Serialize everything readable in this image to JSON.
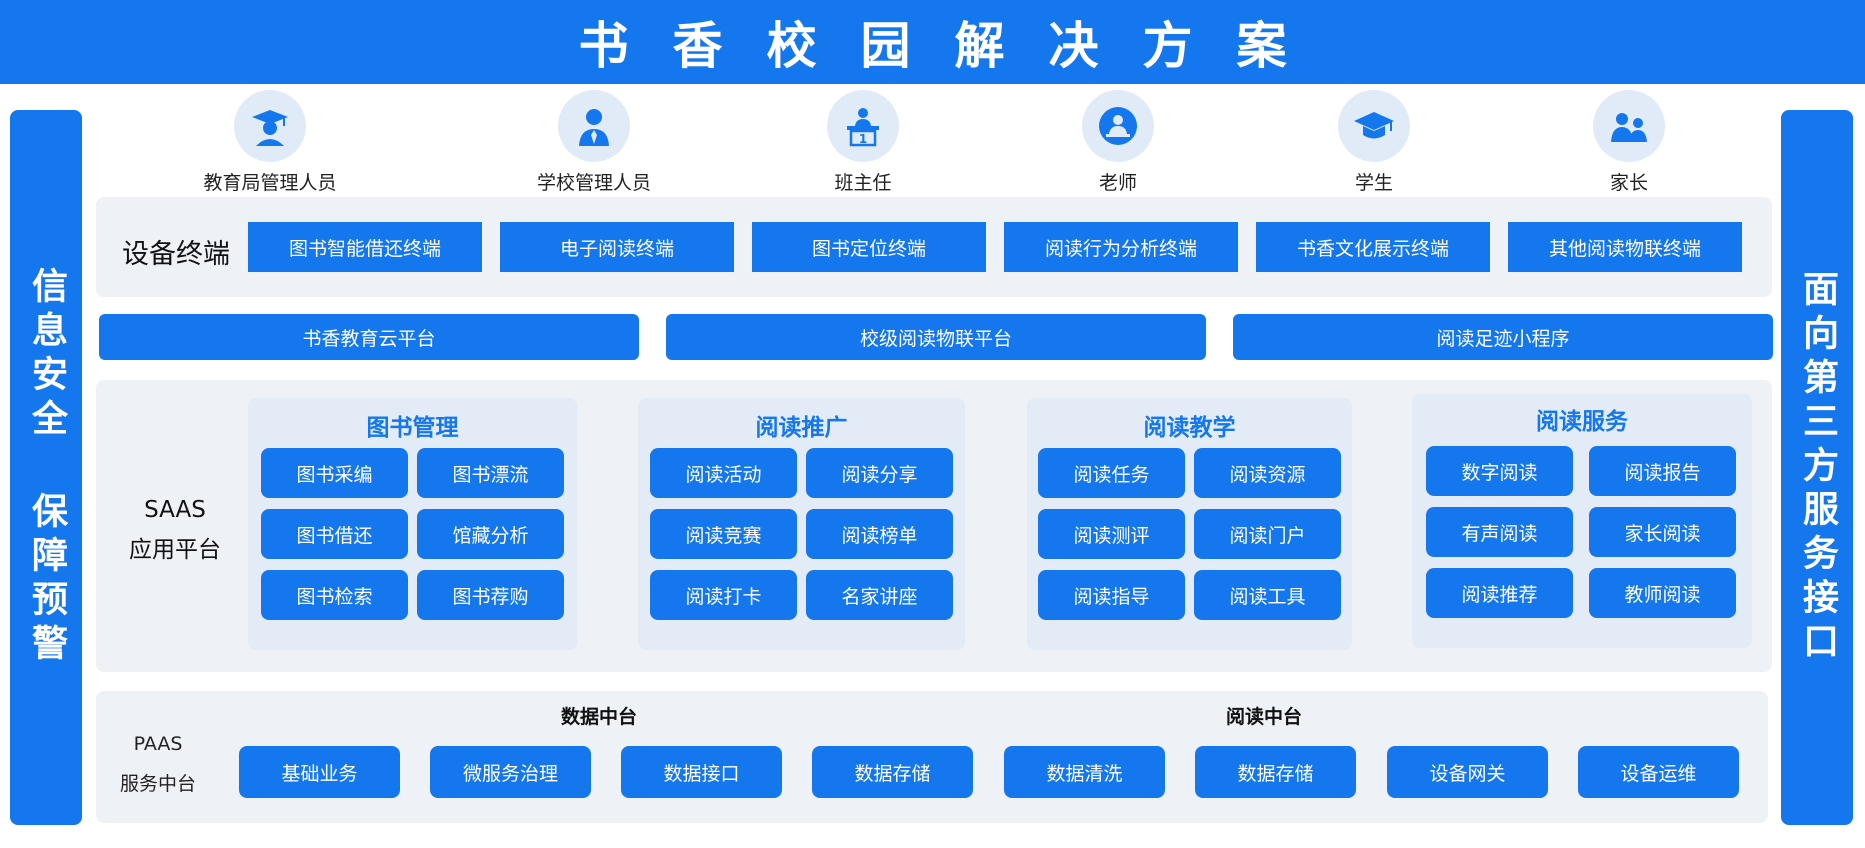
{
  "header": {
    "title": "书香校园解决方案"
  },
  "side_left": {
    "text": "信息安全 保障预警"
  },
  "side_right": {
    "text": "面向第三方服务接口"
  },
  "roles": [
    {
      "label": "教育局管理人员",
      "icon": "graduate-icon"
    },
    {
      "label": "学校管理人员",
      "icon": "person-tie-icon"
    },
    {
      "label": "班主任",
      "icon": "podium-icon"
    },
    {
      "label": "老师",
      "icon": "teacher-icon"
    },
    {
      "label": "学生",
      "icon": "mortarboard-icon"
    },
    {
      "label": "家长",
      "icon": "parent-child-icon"
    }
  ],
  "devices": {
    "title": "设备终端",
    "items": [
      "图书智能借还终端",
      "电子阅读终端",
      "图书定位终端",
      "阅读行为分析终端",
      "书香文化展示终端",
      "其他阅读物联终端"
    ]
  },
  "platforms": [
    "书香教育云平台",
    "校级阅读物联平台",
    "阅读足迹小程序"
  ],
  "saas": {
    "label_line1": "SAAS",
    "label_line2": "应用平台",
    "groups": [
      {
        "title": "图书管理",
        "items": [
          "图书采编",
          "图书漂流",
          "图书借还",
          "馆藏分析",
          "图书检索",
          "图书荐购"
        ]
      },
      {
        "title": "阅读推广",
        "items": [
          "阅读活动",
          "阅读分享",
          "阅读竞赛",
          "阅读榜单",
          "阅读打卡",
          "名家讲座"
        ]
      },
      {
        "title": "阅读教学",
        "items": [
          "阅读任务",
          "阅读资源",
          "阅读测评",
          "阅读门户",
          "阅读指导",
          "阅读工具"
        ]
      },
      {
        "title": "阅读服务",
        "items": [
          "数字阅读",
          "阅读报告",
          "有声阅读",
          "家长阅读",
          "阅读推荐",
          "教师阅读"
        ]
      }
    ]
  },
  "paas": {
    "label_line1": "PAAS",
    "label_line2": "服务中台",
    "group_titles": [
      "数据中台",
      "阅读中台"
    ],
    "items": [
      "基础业务",
      "微服务治理",
      "数据接口",
      "数据存储",
      "数据清洗",
      "数据存储",
      "设备网关",
      "设备运维"
    ]
  },
  "colors": {
    "primary": "#1577ee",
    "panel": "#eef2f7",
    "group": "#e2ebf6",
    "icon_bg": "#e1ebf8"
  }
}
